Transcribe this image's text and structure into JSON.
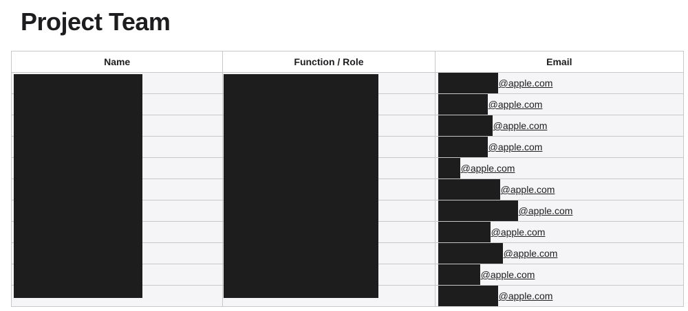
{
  "page": {
    "title": "Project Team"
  },
  "table": {
    "headers": [
      "Name",
      "Function / Role",
      "Email"
    ],
    "email_domain": "@apple.com",
    "rows": [
      {
        "email": "@apple.com",
        "redact_level": 0.24
      },
      {
        "email": "@apple.com",
        "redact_level": 0.2
      },
      {
        "email": "@apple.com",
        "redact_level": 0.22
      },
      {
        "email": "@apple.com",
        "redact_level": 0.2
      },
      {
        "email": "@apple.com",
        "redact_level": 0.09
      },
      {
        "email": "@apple.com",
        "redact_level": 0.25
      },
      {
        "email": "@apple.com",
        "redact_level": 0.32
      },
      {
        "email": "@apple.com",
        "redact_level": 0.21
      },
      {
        "email": "@apple.com",
        "redact_level": 0.26
      },
      {
        "email": "@apple.com",
        "redact_level": 0.17
      },
      {
        "email": "@apple.com",
        "redact_level": 0.24
      }
    ]
  },
  "colors": {
    "redaction": "#1d1d1d",
    "row_background": "#f5f5f7",
    "border": "#c8c8c8"
  }
}
